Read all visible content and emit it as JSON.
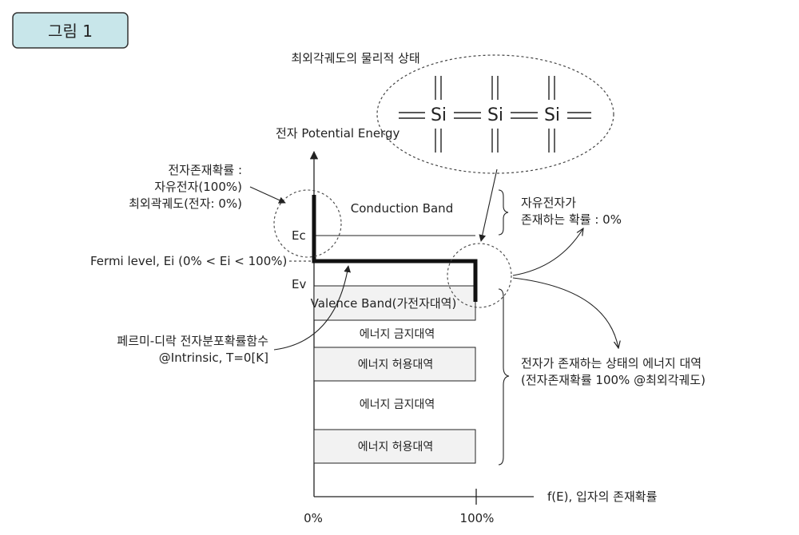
{
  "figure_label": "그림 1",
  "colors": {
    "label_box_fill": "#c8e6ea",
    "label_box_stroke": "#333333",
    "band_fill": "#f2f2f2",
    "line": "#222222"
  },
  "lattice": {
    "title": "최외각궤도의 물리적 상태",
    "atoms": [
      "Si",
      "Si",
      "Si"
    ]
  },
  "axes": {
    "y_label": "전자 Potential Energy",
    "x_label": "f(E), 입자의 존재확률",
    "x_ticks": [
      "0%",
      "100%"
    ]
  },
  "levels": {
    "ec": "Ec",
    "ev": "Ev",
    "fermi": "Fermi level, Ei (0% < Ei < 100%)"
  },
  "bands": {
    "conduction": "Conduction Band",
    "valence": "Valence Band(가전자대역)",
    "forbidden_1": "에너지 금지대역",
    "allowed_1": "에너지 허용대역",
    "forbidden_2": "에너지 금지대역",
    "allowed_2": "에너지 허용대역"
  },
  "annotations": {
    "top_left": [
      "전자존재확률 :",
      "자유전자(100%)",
      "최외곽궤도(전자: 0%)"
    ],
    "fermi_function": [
      "페르미-디락 전자분포확률함수",
      "@Intrinsic, T=0[K]"
    ],
    "free_electron": [
      "자유전자가",
      "존재하는 확률 : 0%"
    ],
    "energy_band": [
      "전자가 존재하는 상태의 에너지 대역",
      "(전자존재확률 100% @최외각궤도)"
    ]
  }
}
